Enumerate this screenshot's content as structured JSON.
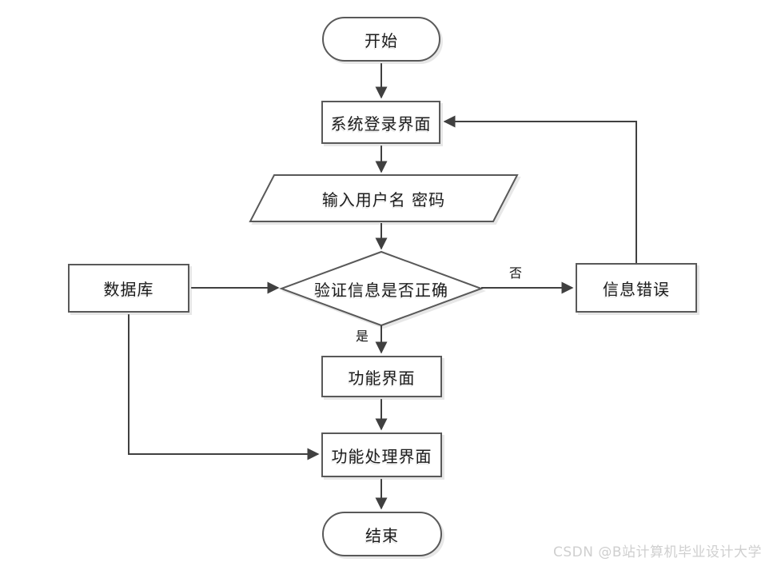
{
  "diagram": {
    "nodes": {
      "start": {
        "label": "开始",
        "shape": "stadium"
      },
      "login": {
        "label": "系统登录界面",
        "shape": "rect"
      },
      "input": {
        "label": "输入用户名 密码",
        "shape": "parallelogram"
      },
      "verify": {
        "label": "验证信息是否正确",
        "shape": "diamond"
      },
      "database": {
        "label": "数据库",
        "shape": "rect"
      },
      "error": {
        "label": "信息错误",
        "shape": "rect"
      },
      "func": {
        "label": "功能界面",
        "shape": "rect"
      },
      "funcproc": {
        "label": "功能处理界面",
        "shape": "rect"
      },
      "end": {
        "label": "结束",
        "shape": "stadium"
      }
    },
    "edge_labels": {
      "yes": "是",
      "no": "否"
    },
    "colors": {
      "line": "#404040",
      "border": "#595959",
      "text": "#1c1c1c",
      "background": "#ffffff",
      "watermark": "#cfcfcf"
    }
  },
  "watermark": {
    "text": "CSDN @B站计算机毕业设计大学"
  }
}
